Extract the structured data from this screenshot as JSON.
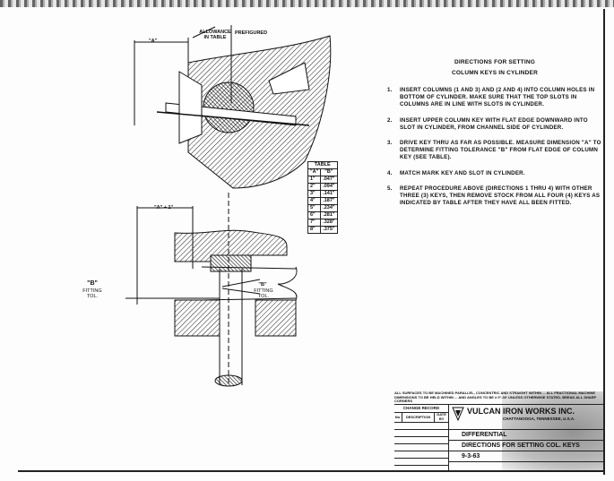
{
  "directions": {
    "title_line1": "DIRECTIONS FOR SETTING",
    "title_line2": "COLUMN KEYS IN CYLINDER",
    "steps": [
      {
        "num": "1.",
        "text": "INSERT COLUMNS (1 AND 3) AND (2 AND 4) INTO COLUMN HOLES IN BOTTOM OF CYLINDER. MAKE SURE THAT THE TOP SLOTS IN COLUMNS ARE IN LINE WITH SLOTS IN CYLINDER."
      },
      {
        "num": "2.",
        "text": "INSERT UPPER COLUMN KEY WITH FLAT EDGE DOWNWARD INTO SLOT IN CYLINDER, FROM CHANNEL SIDE OF CYLINDER."
      },
      {
        "num": "3.",
        "text": "DRIVE KEY THRU AS FAR AS POSSIBLE. MEASURE DIMENSION \"A\" TO DETERMINE FITTING TOLERANCE \"B\" FROM FLAT EDGE OF COLUMN KEY (SEE TABLE)."
      },
      {
        "num": "4.",
        "text": "MATCH MARK KEY AND SLOT IN CYLINDER."
      },
      {
        "num": "5.",
        "text": "REPEAT PROCEDURE ABOVE (DIRECTIONS 1 THRU 4) WITH OTHER THREE (3) KEYS, THEN REMOVE STOCK FROM ALL FOUR (4) KEYS AS INDICATED BY TABLE AFTER THEY HAVE ALL BEEN FITTED."
      }
    ]
  },
  "table": {
    "title": "TABLE",
    "headers": [
      "\"A\"",
      "\"B\""
    ],
    "rows": [
      [
        "1\"",
        ".047\""
      ],
      [
        "2\"",
        ".094\""
      ],
      [
        "3\"",
        ".141\""
      ],
      [
        "4\"",
        ".187\""
      ],
      [
        "5\"",
        ".234\""
      ],
      [
        "6\"",
        ".281\""
      ],
      [
        "7\"",
        ".328\""
      ],
      [
        "8\"",
        ".375\""
      ]
    ]
  },
  "drawing_labels": {
    "dim_a": "\"A\"",
    "allowance": "ALLOWANCE IN TABLE",
    "prefigured": "PREFIGURED",
    "dim_a_plus_1": "\"A\" + 1\"",
    "b_left": "\"B\"",
    "fitting_tol_left": "FITTING TOL.",
    "b_right": "\"B\"",
    "fitting_tol_right": "FITTING TOL."
  },
  "title_block": {
    "notes": "ALL SURFACES TO BE MACHINED PARALLEL, CONCENTRIC AND STRAIGHT WITHIN ... ALL FRACTIONAL MACHINE DIMENSIONS TO BE HELD WITHIN ... AND ANGLES TO BE ± 0°-30' UNLESS OTHERWISE STATED. BREAK ALL SHARP CORNERS",
    "change_record": "CHANGE RECORD",
    "col_no": "No.",
    "col_description": "DESCRIPTION",
    "col_date": "DATE BY",
    "company": "VULCAN IRON WORKS INC.",
    "city": "CHATTANOOGA, TENNESSEE, U.S.A.",
    "part": "DIFFERENTIAL",
    "title": "DIRECTIONS FOR SETTING COL. KEYS",
    "date": "9-3-63"
  }
}
